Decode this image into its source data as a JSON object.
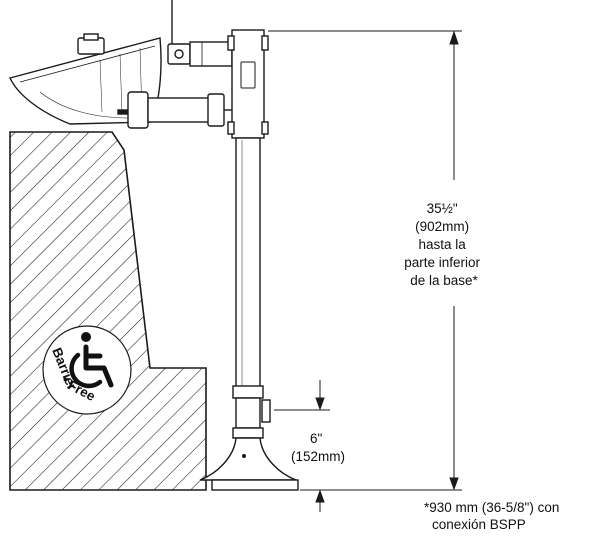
{
  "dimensions": {
    "height": {
      "lines": [
        "35½\"",
        "(902mm)",
        "hasta la",
        "parte inferior",
        "de la base*"
      ]
    },
    "base_height": {
      "lines": [
        "6\"",
        "(152mm)"
      ]
    }
  },
  "footnote": {
    "lines": [
      "*930 mm (36-5/8\") con",
      "conexión BSPP"
    ]
  },
  "badge": {
    "text_left": "Barrier",
    "text_right": "Free",
    "separator": "•"
  },
  "colors": {
    "line": "#1a1a1a",
    "background": "#ffffff"
  }
}
